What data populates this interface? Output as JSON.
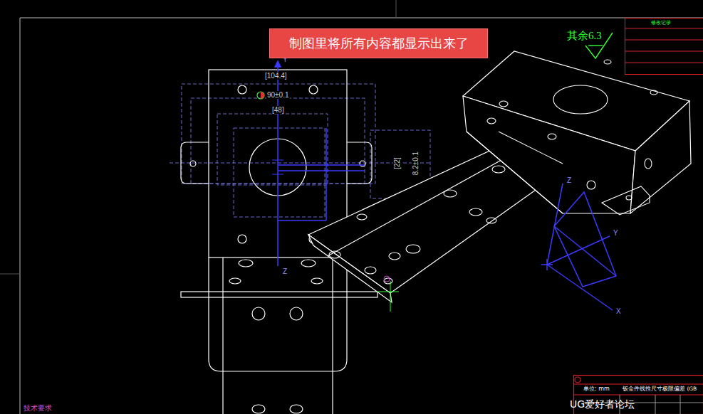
{
  "diagram": {
    "nodes": [
      {
        "text": [
          "制图里将所有内容都显示出来了"
        ]
      }
    ],
    "labels": [
      "其余6.3",
      "修改记录",
      "[104.4]",
      "90±0.1",
      "[48]",
      "[22]",
      "8.2±0.1",
      "Y",
      "Z",
      "Z",
      "Y",
      "X",
      "技术要求",
      "单位: mm",
      "钣金件线性尺寸极限偏差 (GB",
      "UG爱好者论坛"
    ]
  }
}
